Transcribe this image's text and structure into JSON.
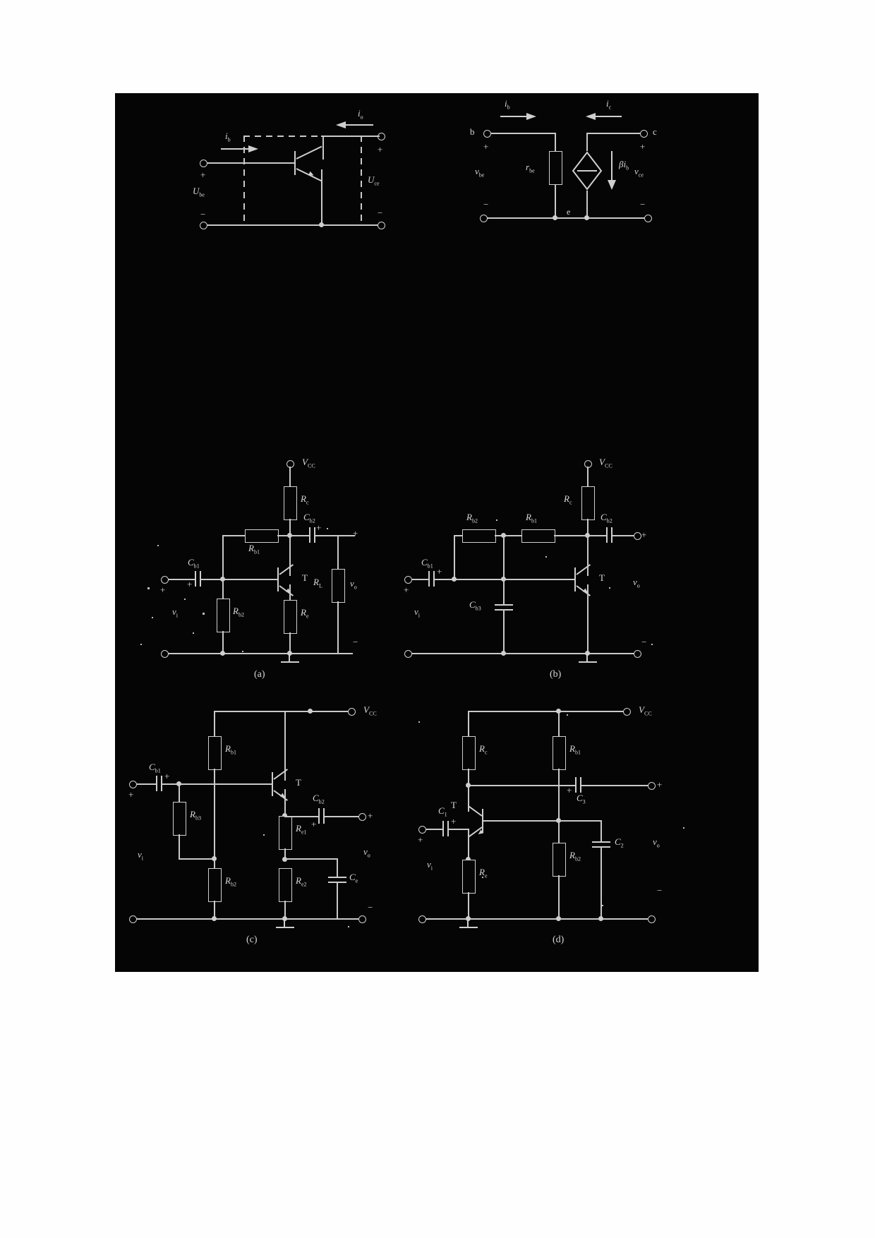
{
  "page": {
    "background": "#ffffff",
    "scan_background": "#050505",
    "ink_color": "#c9c9c9"
  },
  "figures": [
    {
      "id": "fig-top-left",
      "kind": "two-port-transistor",
      "labels": {
        "i_b": "i",
        "i_b_sub": "b",
        "i_o": "i",
        "i_o_sub": "o",
        "u_be": "U",
        "u_be_sub": "be",
        "u_ce": "U",
        "u_ce_sub": "ce",
        "plus": "+",
        "minus": "−"
      }
    },
    {
      "id": "fig-top-right",
      "kind": "hybrid-pi-model",
      "labels": {
        "b": "b",
        "c": "c",
        "e": "e",
        "i_b": "i",
        "i_b_sub": "b",
        "i_c": "i",
        "i_c_sub": "c",
        "v_be": "v",
        "v_be_sub": "be",
        "v_ce": "v",
        "v_ce_sub": "ce",
        "r_be": "r",
        "r_be_sub": "be",
        "beta_ib": "βi",
        "beta_ib_sub": "b",
        "plus": "+",
        "minus": "−"
      }
    },
    {
      "id": "fig-a",
      "caption": "(a)",
      "kind": "amplifier-circuit",
      "labels": {
        "vcc": "V",
        "vcc_sub": "CC",
        "rc": "R",
        "rc_sub": "c",
        "rb1": "R",
        "rb1_sub": "b1",
        "rb2": "R",
        "rb2_sub": "b2",
        "re": "R",
        "re_sub": "e",
        "rl": "R",
        "rl_sub": "L",
        "cb1": "C",
        "cb1_sub": "b1",
        "cb2": "C",
        "cb2_sub": "b2",
        "t": "T",
        "vi": "v",
        "vi_sub": "i",
        "vo": "v",
        "vo_sub": "o",
        "plus": "+",
        "minus": "−"
      }
    },
    {
      "id": "fig-b",
      "caption": "(b)",
      "kind": "amplifier-circuit",
      "labels": {
        "vcc": "V",
        "vcc_sub": "CC",
        "rc": "R",
        "rc_sub": "c",
        "rb1": "R",
        "rb1_sub": "b1",
        "rb2": "R",
        "rb2_sub": "b2",
        "cb1": "C",
        "cb1_sub": "b1",
        "cb2": "C",
        "cb2_sub": "b2",
        "cb3": "C",
        "cb3_sub": "b3",
        "t": "T",
        "vi": "v",
        "vi_sub": "i",
        "vo": "v",
        "vo_sub": "o",
        "plus": "+",
        "minus": "−"
      }
    },
    {
      "id": "fig-c",
      "caption": "(c)",
      "kind": "amplifier-circuit",
      "labels": {
        "vcc": "V",
        "vcc_sub": "CC",
        "rb1": "R",
        "rb1_sub": "b1",
        "rb2": "R",
        "rb2_sub": "b2",
        "rb3": "R",
        "rb3_sub": "b3",
        "re1": "R",
        "re1_sub": "e1",
        "re2": "R",
        "re2_sub": "e2",
        "cb1": "C",
        "cb1_sub": "b1",
        "cb2": "C",
        "cb2_sub": "b2",
        "ce": "C",
        "ce_sub": "e",
        "t": "T",
        "vi": "v",
        "vi_sub": "i",
        "vo": "v",
        "vo_sub": "o",
        "plus": "+",
        "minus": "−"
      }
    },
    {
      "id": "fig-d",
      "caption": "(d)",
      "kind": "amplifier-circuit",
      "labels": {
        "vcc": "V",
        "vcc_sub": "CC",
        "rc": "R",
        "rc_sub": "c",
        "rb1": "R",
        "rb1_sub": "b1",
        "rb2": "R",
        "rb2_sub": "b2",
        "re": "R",
        "re_sub": "e",
        "c1": "C",
        "c1_sub": "1",
        "c2": "C",
        "c2_sub": "2",
        "c3": "C",
        "c3_sub": "3",
        "t": "T",
        "vi": "v",
        "vi_sub": "i",
        "vo": "v",
        "vo_sub": "o",
        "plus": "+",
        "minus": "−"
      }
    }
  ]
}
